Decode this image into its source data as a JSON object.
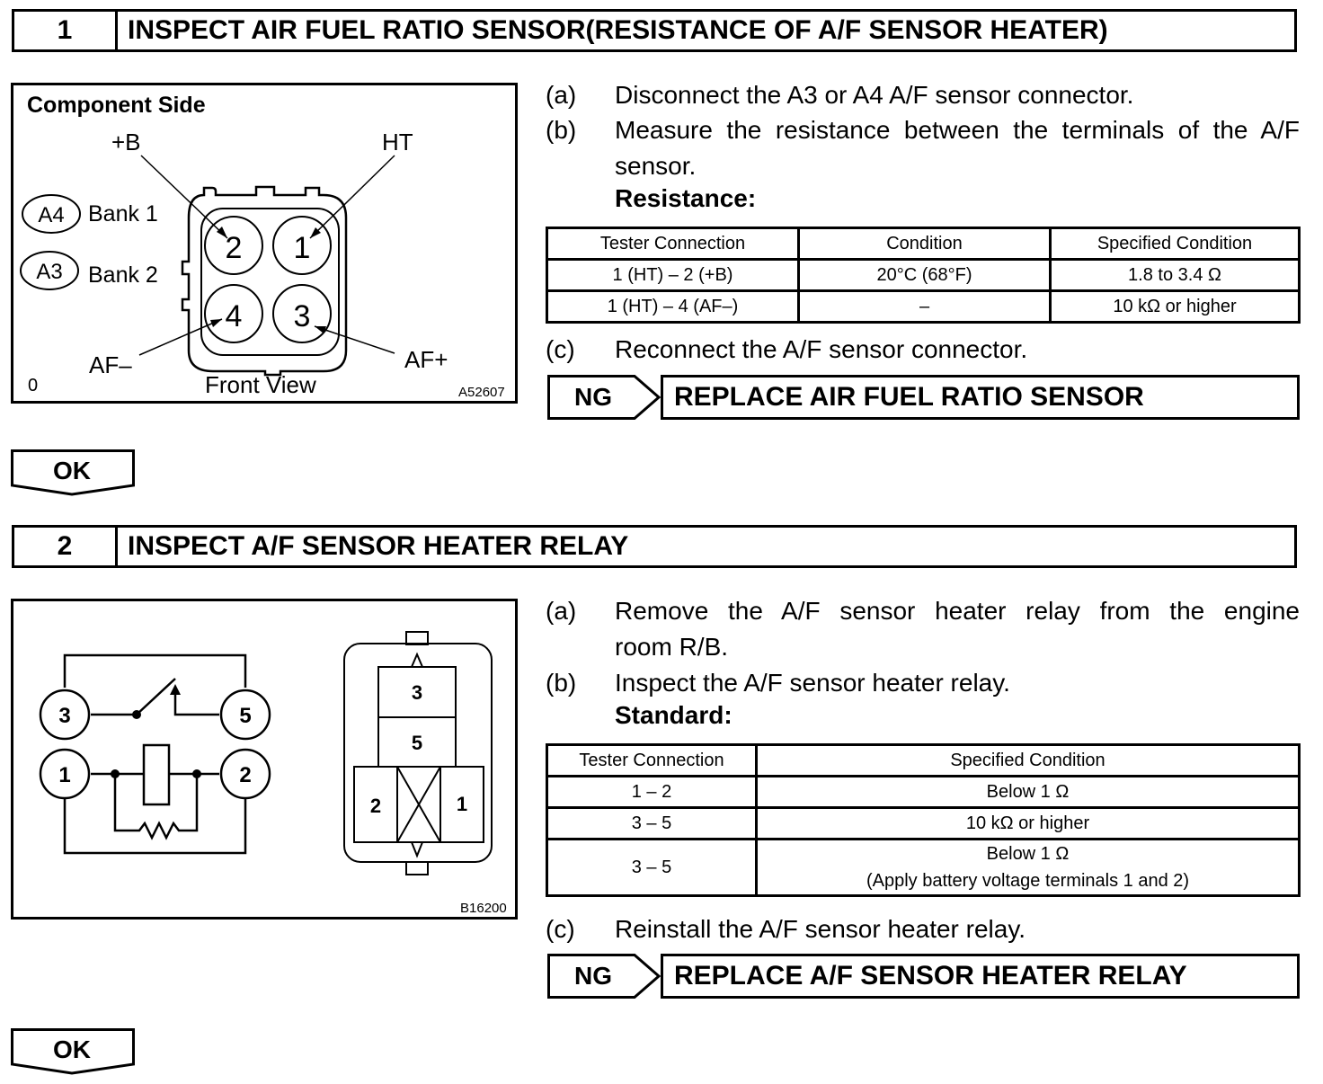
{
  "section1": {
    "number": "1",
    "title": "INSPECT AIR FUEL RATIO SENSOR(RESISTANCE OF A/F SENSOR HEATER)",
    "figure": {
      "heading": "Component Side",
      "label_plus_b": "+B",
      "label_ht": "HT",
      "label_af_minus": "AF–",
      "label_af_plus": "AF+",
      "bank1_code": "A4",
      "bank1_label": "Bank 1",
      "bank2_code": "A3",
      "bank2_label": "Bank 2",
      "pins": [
        "2",
        "1",
        "4",
        "3"
      ],
      "view_label": "Front View",
      "corner_mark": "0",
      "figure_id": "A52607"
    },
    "steps": [
      {
        "label": "(a)",
        "text": "Disconnect the A3 or A4 A/F sensor connector."
      },
      {
        "label": "(b)",
        "text_line1": "Measure the resistance between the terminals of the A/F",
        "text_line2": "sensor."
      },
      {
        "label": "(c)",
        "text": "Reconnect the A/F sensor connector."
      }
    ],
    "spec_heading": "Resistance:",
    "table": {
      "headers": [
        "Tester Connection",
        "Condition",
        "Specified Condition"
      ],
      "rows": [
        [
          "1 (HT) – 2 (+B)",
          "20°C (68°F)",
          "1.8 to 3.4 Ω"
        ],
        [
          "1 (HT) – 4 (AF–)",
          "–",
          "10 kΩ or higher"
        ]
      ]
    },
    "ng_label": "NG",
    "ng_action": "REPLACE AIR FUEL RATIO SENSOR",
    "ok_label": "OK"
  },
  "section2": {
    "number": "2",
    "title": "INSPECT A/F SENSOR HEATER RELAY",
    "figure": {
      "terminals": [
        "3",
        "5",
        "1",
        "2"
      ],
      "relay_pins": [
        "3",
        "5",
        "2",
        "1"
      ],
      "figure_id": "B16200"
    },
    "steps": [
      {
        "label": "(a)",
        "text_line1": "Remove the A/F sensor heater relay from the engine",
        "text_line2": "room R/B."
      },
      {
        "label": "(b)",
        "text": "Inspect the A/F sensor heater relay."
      },
      {
        "label": "(c)",
        "text": "Reinstall the A/F sensor heater relay."
      }
    ],
    "spec_heading": "Standard:",
    "table": {
      "headers": [
        "Tester Connection",
        "Specified Condition"
      ],
      "rows": [
        [
          "1 – 2",
          "Below 1 Ω"
        ],
        [
          "3 – 5",
          "10 kΩ or higher"
        ],
        [
          "3 – 5",
          "Below 1 Ω",
          "(Apply battery voltage terminals 1 and 2)"
        ]
      ]
    },
    "ng_label": "NG",
    "ng_action": "REPLACE A/F SENSOR HEATER RELAY",
    "ok_label": "OK"
  }
}
